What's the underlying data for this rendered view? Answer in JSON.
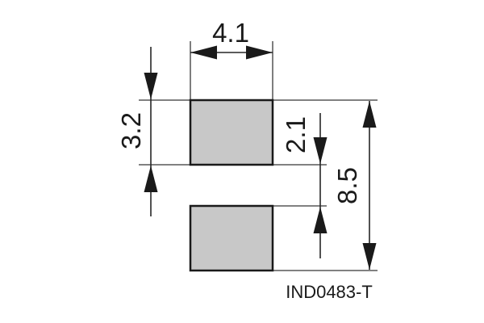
{
  "diagram": {
    "part_label": "IND0483-T",
    "dimensions": {
      "pad_width": "4.1",
      "pad_height": "3.2",
      "pad_gap": "2.1",
      "overall_height": "8.5"
    },
    "colors": {
      "background": "#ffffff",
      "pad_fill": "#c8c8c8",
      "pad_border": "#1a1a1a",
      "extension_line": "#6f6f6f",
      "dimension_line": "#262626",
      "text": "#1a1a1a"
    }
  }
}
